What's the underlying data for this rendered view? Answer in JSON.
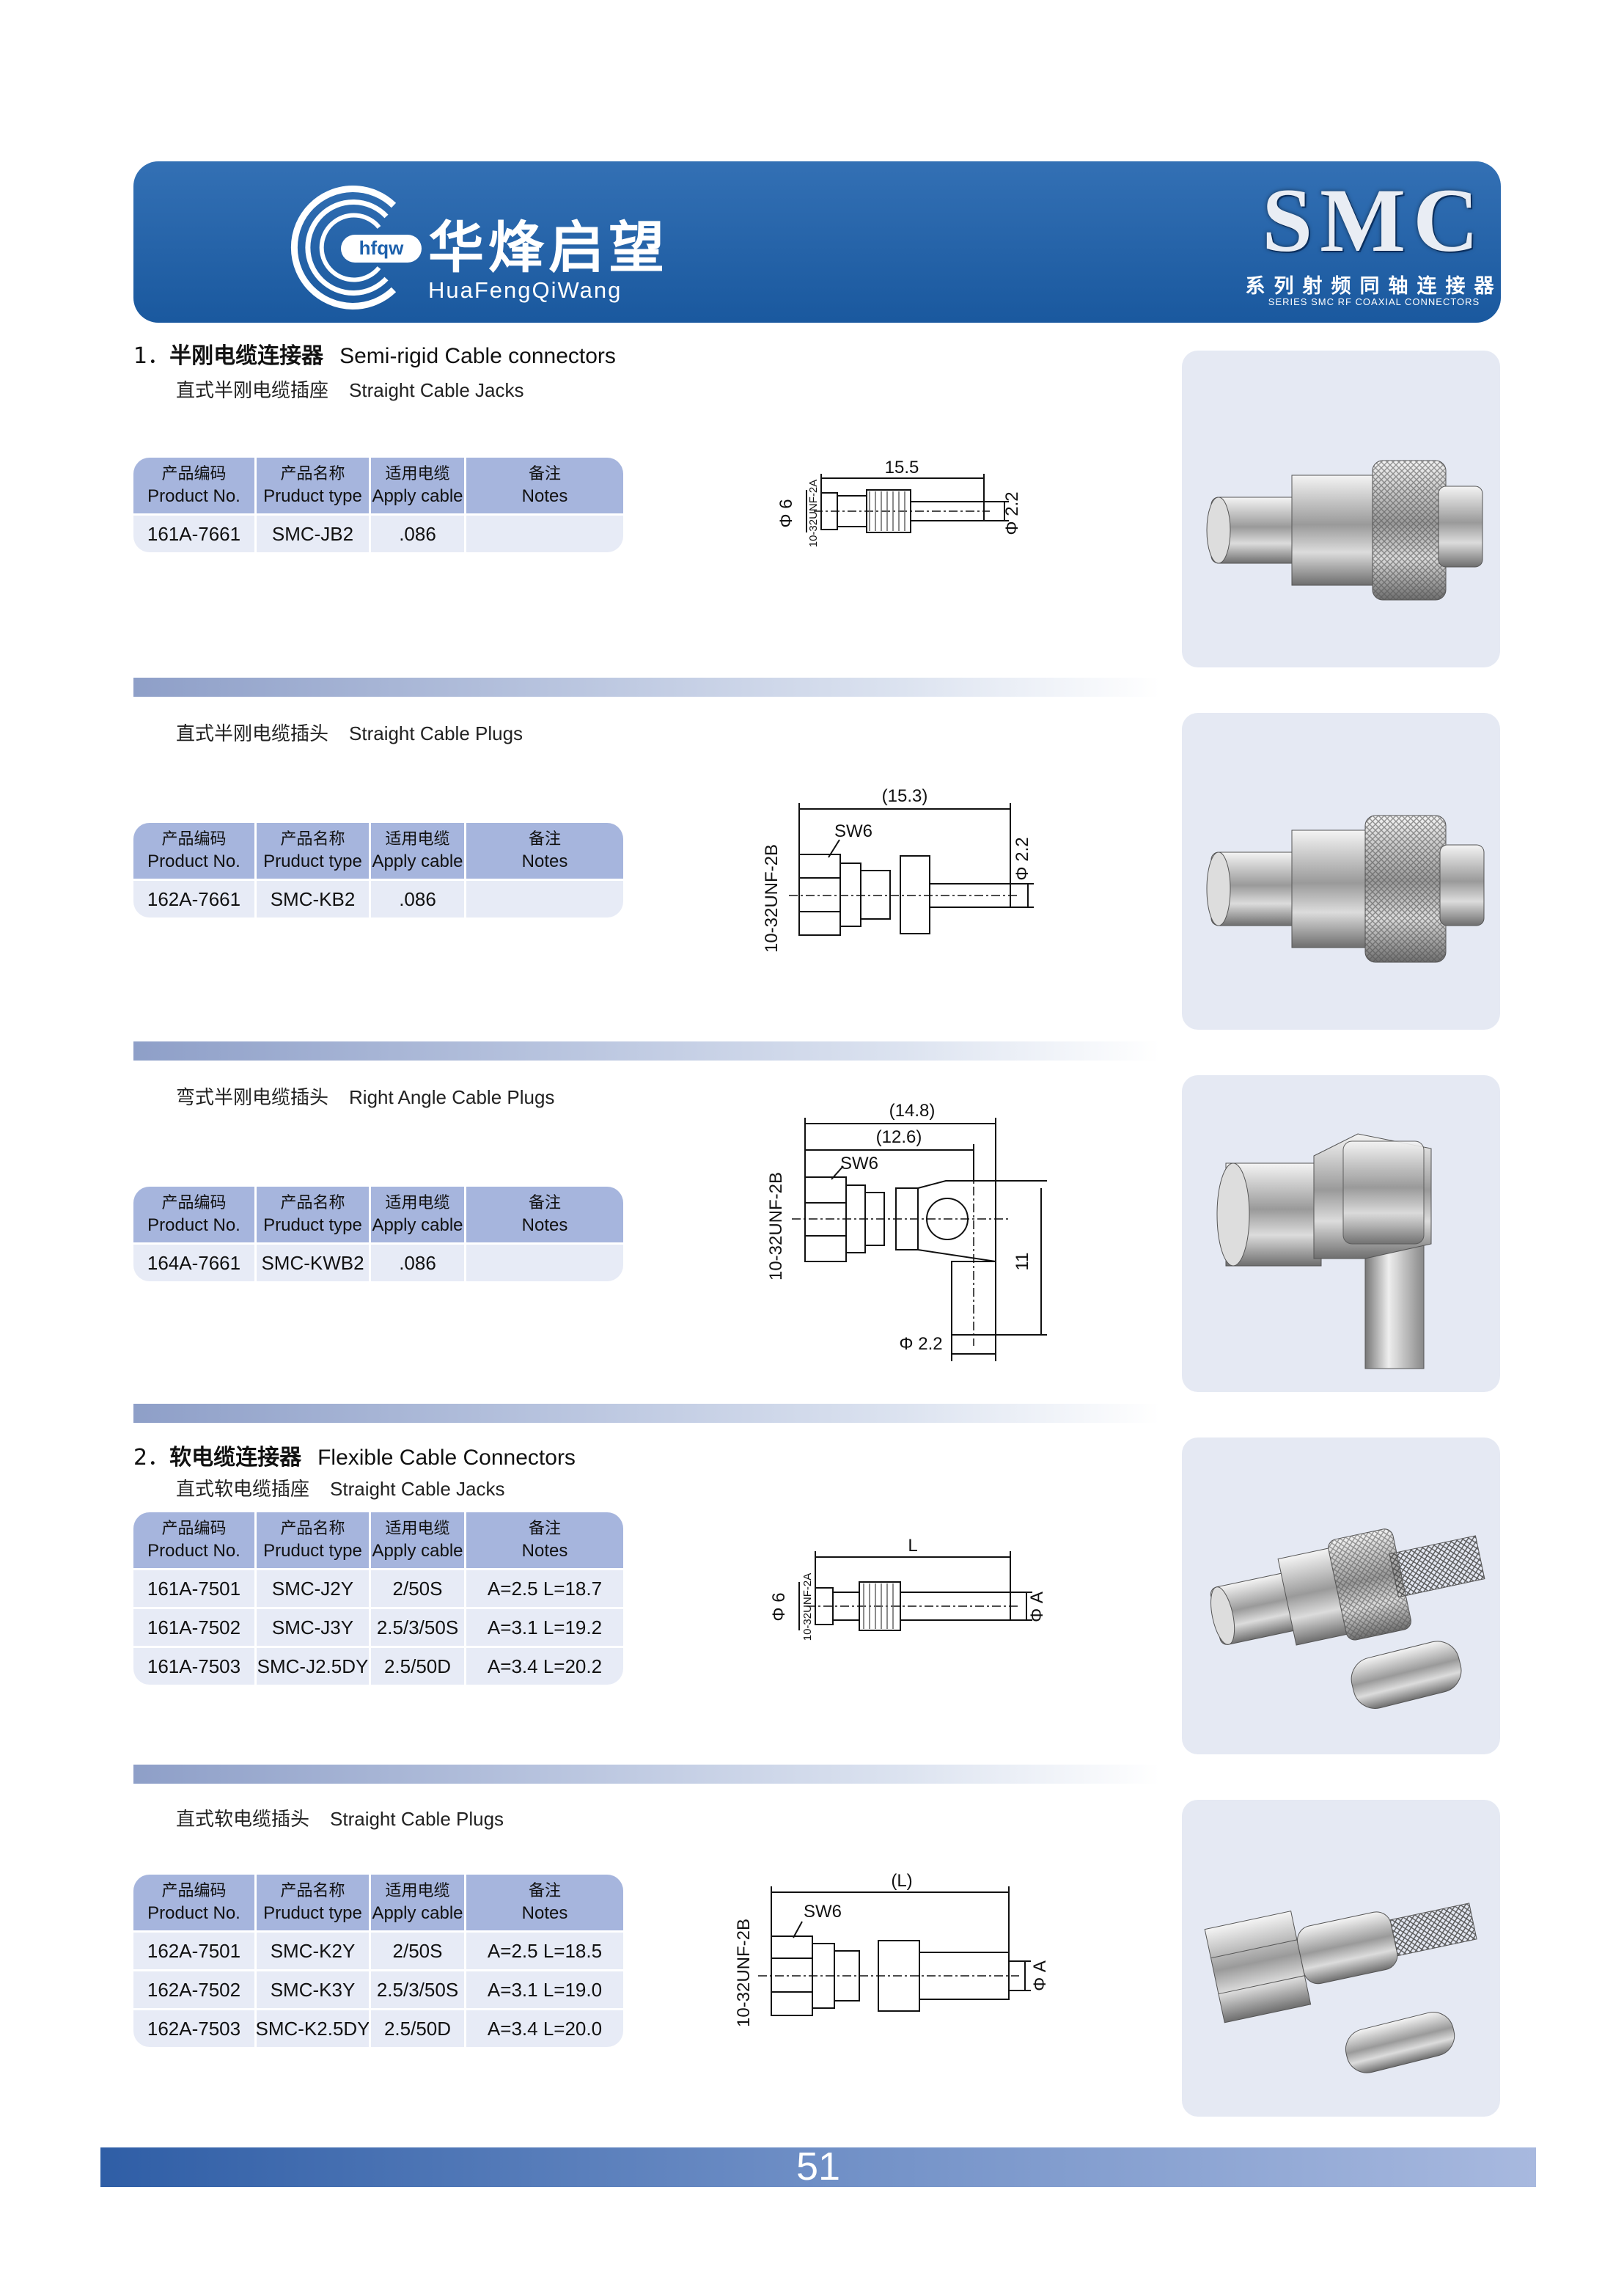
{
  "header": {
    "brand_cn": "华烽启望",
    "brand_en": "HuaFengQiWang",
    "logo_text": "hfqw",
    "series_title": "SMC",
    "series_cn": "系列射频同轴连接器",
    "series_en": "SERIES SMC RF COAXIAL CONNECTORS"
  },
  "table_headers": {
    "col1_zh": "产品编码",
    "col1_en": "Product No.",
    "col2_zh": "产品名称",
    "col2_en": "Pruduct type",
    "col3_zh": "适用电缆",
    "col3_en": "Apply cable",
    "col4_zh": "备注",
    "col4_en": "Notes"
  },
  "sections": [
    {
      "num": "1．",
      "title_zh": "半刚电缆连接器",
      "title_en": "Semi-rigid Cable connectors",
      "groups": [
        {
          "sub_zh": "直式半刚电缆插座",
          "sub_en": "Straight Cable Jacks",
          "rows": [
            {
              "no": "161A-7661",
              "type": "SMC-JB2",
              "cable": ".086",
              "notes": ""
            }
          ],
          "dims": {
            "length": "15.5",
            "dia": "Φ 6",
            "pin": "Φ 2.2",
            "thread": "10-32UNF-2A"
          }
        },
        {
          "sub_zh": "直式半刚电缆插头",
          "sub_en": "Straight Cable Plugs",
          "rows": [
            {
              "no": "162A-7661",
              "type": "SMC-KB2",
              "cable": ".086",
              "notes": ""
            }
          ],
          "dims": {
            "length": "(15.3)",
            "sw": "SW6",
            "pin": "Φ 2.2",
            "thread": "10-32UNF-2B"
          }
        },
        {
          "sub_zh": "弯式半刚电缆插头",
          "sub_en": "Right Angle Cable Plugs",
          "rows": [
            {
              "no": "164A-7661",
              "type": "SMC-KWB2",
              "cable": ".086",
              "notes": ""
            }
          ],
          "dims": {
            "length1": "(14.8)",
            "length2": "(12.6)",
            "sw": "SW6",
            "height": "11",
            "pin": "Φ 2.2",
            "thread": "10-32UNF-2B"
          }
        }
      ]
    },
    {
      "num": "2．",
      "title_zh": "软电缆连接器",
      "title_en": "Flexible Cable Connectors",
      "groups": [
        {
          "sub_zh": "直式软电缆插座",
          "sub_en": "Straight Cable Jacks",
          "rows": [
            {
              "no": "161A-7501",
              "type": "SMC-J2Y",
              "cable": "2/50S",
              "notes": "A=2.5 L=18.7"
            },
            {
              "no": "161A-7502",
              "type": "SMC-J3Y",
              "cable": "2.5/3/50S",
              "notes": "A=3.1 L=19.2"
            },
            {
              "no": "161A-7503",
              "type": "SMC-J2.5DY",
              "cable": "2.5/50D",
              "notes": "A=3.4 L=20.2"
            }
          ],
          "dims": {
            "length": "L",
            "dia": "Φ 6",
            "pin": "Φ A",
            "thread": "10-32UNF-2A"
          }
        },
        {
          "sub_zh": "直式软电缆插头",
          "sub_en": "Straight Cable Plugs",
          "rows": [
            {
              "no": "162A-7501",
              "type": "SMC-K2Y",
              "cable": "2/50S",
              "notes": "A=2.5 L=18.5"
            },
            {
              "no": "162A-7502",
              "type": "SMC-K3Y",
              "cable": "2.5/3/50S",
              "notes": "A=3.1 L=19.0"
            },
            {
              "no": "162A-7503",
              "type": "SMC-K2.5DY",
              "cable": "2.5/50D",
              "notes": "A=3.4 L=20.0"
            }
          ],
          "dims": {
            "length": "(L)",
            "sw": "SW6",
            "pin": "Φ A",
            "thread": "10-32UNF-2B"
          }
        }
      ]
    }
  ],
  "page_number": "51",
  "colors": {
    "banner": "#1c60ac",
    "table_header": "#a6b5dd",
    "table_row": "#e7ebf6",
    "photo_bg": "#e5e9f3"
  }
}
